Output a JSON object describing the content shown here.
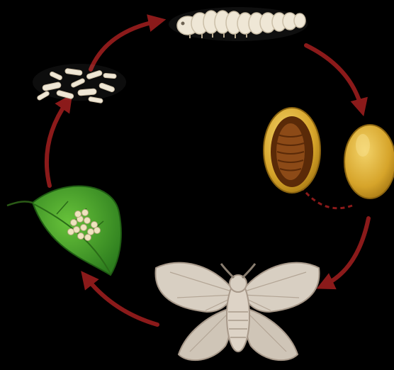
{
  "diagram": {
    "stages": [
      {
        "name": "larva",
        "icon": "silkworm-larva-icon"
      },
      {
        "name": "pupa",
        "icon": "cocoon-with-pupa-icon"
      },
      {
        "name": "cocoon",
        "icon": "cocoon-icon"
      },
      {
        "name": "adult",
        "icon": "silk-moth-icon"
      },
      {
        "name": "eggs",
        "icon": "leaf-with-eggs-icon"
      },
      {
        "name": "young larvae",
        "icon": "hatchling-larvae-icon"
      }
    ],
    "colors": {
      "background": "#000000",
      "arrow": "#8b1a1a",
      "leaf": "#3f9a2a",
      "cocoon": "#d9a92c",
      "pupa": "#7a3d10",
      "moth": "#d8cfc2",
      "larva": "#efe7d6"
    }
  }
}
